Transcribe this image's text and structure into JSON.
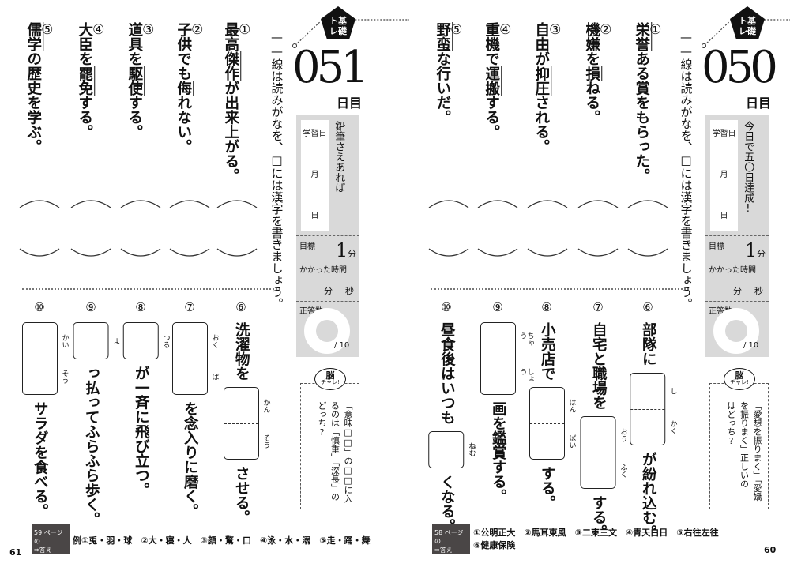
{
  "instruction_dash": "——",
  "instruction": "線は読みがなを、□には漢字を書きましょう。",
  "badge": {
    "line1": "ト基",
    "line2": "レ礎"
  },
  "labels": {
    "study_date": "学習日",
    "month": "月",
    "day": "日",
    "goal": "目標",
    "goal_value": "1",
    "goal_unit": "分",
    "time_taken": "かかった時間",
    "minutes": "分",
    "seconds": "秒",
    "correct": "正答数",
    "score_total": "/ 10",
    "day_suffix": "日目",
    "brain_title": "脳",
    "brain_sub": "チャレ!"
  },
  "pages": [
    {
      "page_number": "61",
      "day": "051",
      "motto": "鉛筆さえあれば",
      "brain_text": [
        "「意味□□」の□□に入",
        "るのは「慎重」「深長」の",
        "どっち?"
      ],
      "upper": [
        {
          "num": "①",
          "segs": [
            {
              "t": "最高"
            },
            {
              "t": "傑作",
              "u": true
            },
            {
              "t": "が出来上がる。"
            }
          ]
        },
        {
          "num": "②",
          "segs": [
            {
              "t": "子供でも"
            },
            {
              "t": "侮",
              "u": true
            },
            {
              "t": "れない。"
            }
          ]
        },
        {
          "num": "③",
          "segs": [
            {
              "t": "道具を"
            },
            {
              "t": "駆使",
              "u": true
            },
            {
              "t": "する。"
            }
          ]
        },
        {
          "num": "④",
          "segs": [
            {
              "t": "大臣を"
            },
            {
              "t": "罷免",
              "u": true
            },
            {
              "t": "する。"
            }
          ]
        },
        {
          "num": "⑤",
          "segs": [
            {
              "t": "儒学",
              "u": true
            },
            {
              "t": "の歴史を学ぶ。"
            }
          ]
        }
      ],
      "lower": [
        {
          "num": "⑥",
          "segs": [
            {
              "t": "洗濯物を"
            },
            {
              "box": [
                "かん",
                "そう"
              ]
            },
            {
              "t": "させる。"
            }
          ]
        },
        {
          "num": "⑦",
          "segs": [
            {
              "box": [
                "おく",
                "ば"
              ]
            },
            {
              "t": "を念入りに磨く。"
            }
          ]
        },
        {
          "num": "⑧",
          "segs": [
            {
              "box": [
                "つる"
              ]
            },
            {
              "t": "が一斉に飛び立つ。"
            }
          ]
        },
        {
          "num": "⑨",
          "segs": [
            {
              "box": [
                "よ"
              ]
            },
            {
              "t": "っ払ってふらふら歩く。"
            }
          ]
        },
        {
          "num": "⑩",
          "segs": [
            {
              "box": [
                "かい",
                "そう"
              ]
            },
            {
              "t": "サラダを食べる。"
            }
          ]
        }
      ],
      "answers_badge": [
        "59 ページの",
        "➡答え"
      ],
      "answers": [
        "例①兎・羽・球　②大・寝・人　③顔・驚・口　④泳・水・溺　⑤走・踊・舞"
      ]
    },
    {
      "page_number": "60",
      "day": "050",
      "motto": "今日で五〇日達成!",
      "brain_text": [
        "「愛想を振りまく」「愛嬌",
        "を振りまく」正しいの",
        "はどっち?"
      ],
      "upper": [
        {
          "num": "①",
          "segs": [
            {
              "t": "栄誉",
              "u": true
            },
            {
              "t": "ある賞をもらった。"
            }
          ]
        },
        {
          "num": "②",
          "segs": [
            {
              "t": "機嫌を"
            },
            {
              "t": "損",
              "u": true
            },
            {
              "t": "ねる。"
            }
          ]
        },
        {
          "num": "③",
          "segs": [
            {
              "t": "自由が"
            },
            {
              "t": "抑圧",
              "u": true
            },
            {
              "t": "される。"
            }
          ]
        },
        {
          "num": "④",
          "segs": [
            {
              "t": "重機で"
            },
            {
              "t": "運搬",
              "u": true
            },
            {
              "t": "する。"
            }
          ]
        },
        {
          "num": "⑤",
          "segs": [
            {
              "t": "野蛮",
              "u": true
            },
            {
              "t": "な行いだ。"
            }
          ]
        }
      ],
      "lower": [
        {
          "num": "⑥",
          "segs": [
            {
              "t": "部隊に"
            },
            {
              "box": [
                "し",
                "かく"
              ]
            },
            {
              "t": "が紛れ込む。"
            }
          ]
        },
        {
          "num": "⑦",
          "segs": [
            {
              "t": "自宅と職場を"
            },
            {
              "box": [
                "おう",
                "ふく"
              ]
            },
            {
              "t": "する。"
            }
          ]
        },
        {
          "num": "⑧",
          "segs": [
            {
              "t": "小売店で"
            },
            {
              "box": [
                "はん",
                "ばい"
              ]
            },
            {
              "t": "する。"
            }
          ]
        },
        {
          "num": "⑨",
          "segs": [
            {
              "box": [
                "ちゅう",
                "しょう"
              ]
            },
            {
              "t": "画を鑑賞する。"
            }
          ]
        },
        {
          "num": "⑩",
          "segs": [
            {
              "t": "昼食後はいつも"
            },
            {
              "box": [
                "ねむ"
              ]
            },
            {
              "t": "くなる。"
            }
          ]
        }
      ],
      "answers_badge": [
        "58 ページの",
        "➡答え"
      ],
      "answers": [
        "①公明正大　②馬耳東風　③二束三文　④青天白日　⑤右往左往",
        "⑥健康保険"
      ]
    }
  ]
}
